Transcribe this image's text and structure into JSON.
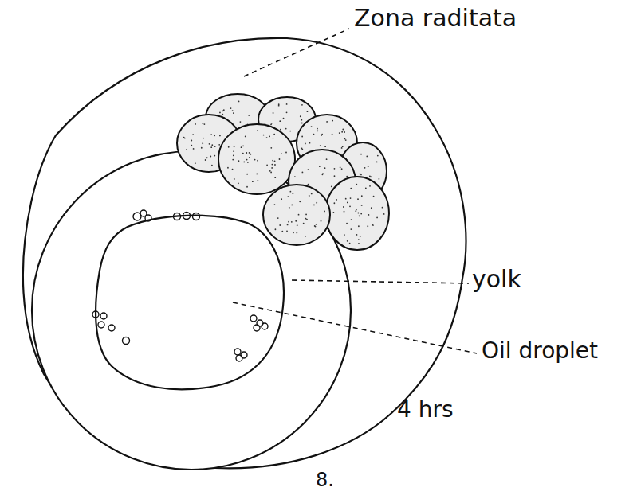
{
  "diagram": {
    "labels": [
      "Zona raditata",
      "yolk",
      "Oil droplet",
      "4 hrs",
      "8."
    ]
  }
}
